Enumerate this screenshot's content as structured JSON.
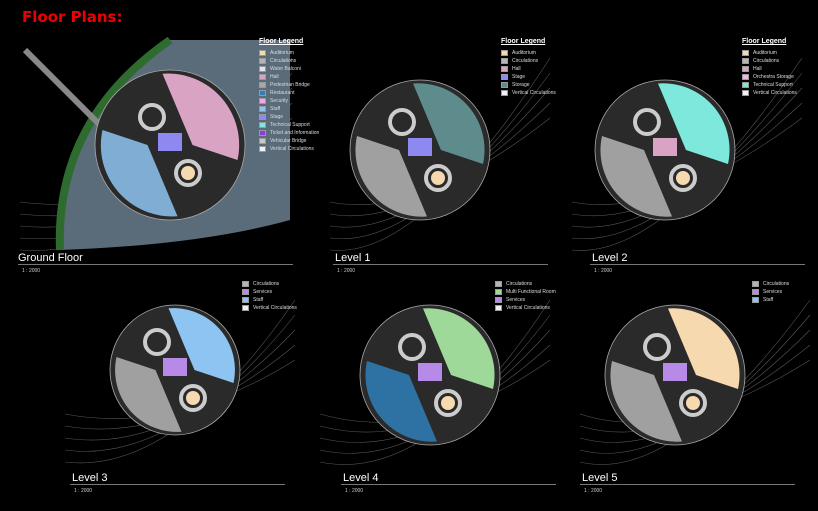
{
  "title": "Floor Plans:",
  "legend_title": "Floor Legend",
  "scale": "1 : 2000",
  "colors": {
    "Auditorium": "#f7d9b0",
    "Circulations": "#b5b5b5",
    "Water Balconi": "#e4e4e4",
    "Hall": "#d9a4c4",
    "Pedestrian Bridge": "#a8a8a8",
    "Restaurant": "#2f7fb8",
    "Security": "#f4a7ef",
    "Staff": "#8ec4f2",
    "Stage": "#8e89f0",
    "Technical Support": "#7ee8dc",
    "Ticket and Information": "#8a3ce0",
    "Vehicular Bridge": "#c8c8c8",
    "Vertical Circulations": "#f2f2f2",
    "Storage": "#5e8c8c",
    "Orchestra Storage": "#f7b5e8",
    "Services": "#b78ae8",
    "Multi Functional Room": "#9ed99a"
  },
  "panels": [
    {
      "label": "Ground Floor",
      "legend": [
        "Auditorium",
        "Circulations",
        "Water Balconi",
        "Hall",
        "Pedestrian Bridge",
        "Restaurant",
        "Security",
        "Staff",
        "Stage",
        "Technical Support",
        "Ticket and Information",
        "Vehicular Bridge",
        "Vertical Circulations"
      ],
      "has_title": true
    },
    {
      "label": "Level 1",
      "legend": [
        "Auditorium",
        "Circulations",
        "Hall",
        "Stage",
        "Storage",
        "Vertical Circulations"
      ],
      "has_title": true
    },
    {
      "label": "Level 2",
      "legend": [
        "Auditorium",
        "Circulations",
        "Hall",
        "Orchestra Storage",
        "Technical Support",
        "Vertical Circulations"
      ],
      "has_title": true
    },
    {
      "label": "Level 3",
      "legend": [
        "Circulations",
        "Services",
        "Staff",
        "Vertical Circulations"
      ],
      "has_title": false
    },
    {
      "label": "Level 4",
      "legend": [
        "Circulations",
        "Multi Functional Room",
        "Services",
        "Vertical Circulations"
      ],
      "has_title": false
    },
    {
      "label": "Level 5",
      "legend": [
        "Circulations",
        "Services",
        "Staff"
      ],
      "has_title": false
    }
  ]
}
